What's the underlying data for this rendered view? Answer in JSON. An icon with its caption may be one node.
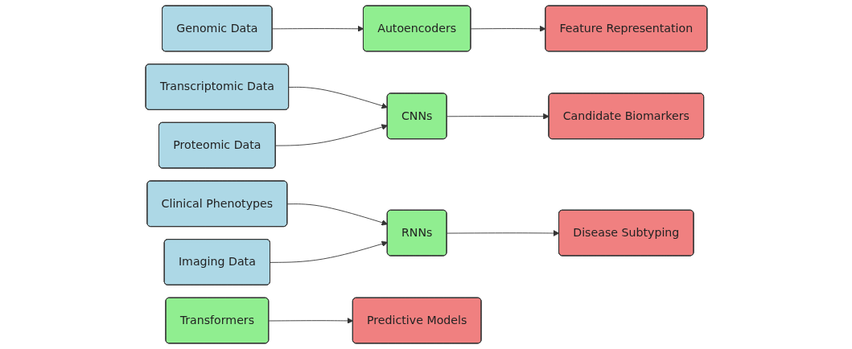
{
  "diagram": {
    "nodes": [
      {
        "text": [
          "Genomic Data"
        ]
      },
      {
        "text": [
          "Transcriptomic Data"
        ]
      },
      {
        "text": [
          "Proteomic Data"
        ]
      },
      {
        "text": [
          "Clinical Phenotypes"
        ]
      },
      {
        "text": [
          "Imaging Data"
        ]
      },
      {
        "text": [
          "Autoencoders"
        ]
      },
      {
        "text": [
          "CNNs"
        ]
      },
      {
        "text": [
          "RNNs"
        ]
      },
      {
        "text": [
          "Transformers"
        ]
      },
      {
        "text": [
          "Feature Representation"
        ]
      },
      {
        "text": [
          "Candidate Biomarkers"
        ]
      },
      {
        "text": [
          "Disease Subtyping"
        ]
      },
      {
        "text": [
          "Predictive Models"
        ]
      }
    ],
    "edges": [
      {
        "from": 0,
        "to": 5,
        "arrow": "to"
      },
      {
        "from": 1,
        "to": 6,
        "arrow": "to"
      },
      {
        "from": 2,
        "to": 6,
        "arrow": "to"
      },
      {
        "from": 3,
        "to": 7,
        "arrow": "to"
      },
      {
        "from": 4,
        "to": 7,
        "arrow": "to"
      },
      {
        "from": 5,
        "to": 9,
        "arrow": "to"
      },
      {
        "from": 6,
        "to": 10,
        "arrow": "to"
      },
      {
        "from": 7,
        "to": 11,
        "arrow": "to"
      },
      {
        "from": 8,
        "to": 12,
        "arrow": "to"
      }
    ]
  }
}
